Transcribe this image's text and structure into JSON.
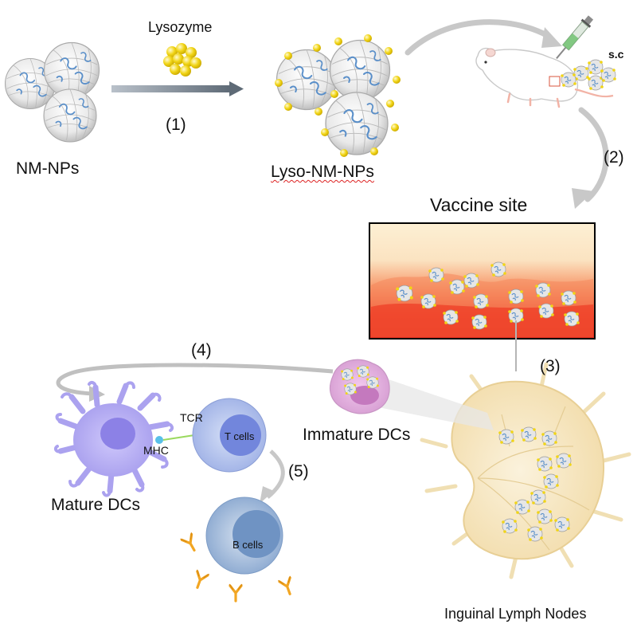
{
  "labels": {
    "lysozyme": "Lysozyme",
    "step1": "(1)",
    "nm_nps": "NM-NPs",
    "lyso_nm_nps": "Lyso-NM-NPs",
    "sc": "s.c",
    "step2": "(2)",
    "vaccine_site": "Vaccine site",
    "step3": "(3)",
    "step4": "(4)",
    "step5": "(5)",
    "tcr": "TCR",
    "t_cells": "T cells",
    "mhc": "MHC",
    "immature_dcs": "Immature DCs",
    "mature_dcs": "Mature DCs",
    "b_cells": "B cells",
    "inguinal_lymph_nodes": "Inguinal Lymph Nodes"
  },
  "colors": {
    "arrow_gray": "#c8c8c8",
    "arrow_dark": "#6b7682",
    "nanoparticle_blue": "#5a8fc9",
    "lysozyme_yellow": "#f1d516",
    "vaccine_cream": "#fdf0d4",
    "vaccine_red": "#f0422a",
    "dc_purple": "#a8a0ee",
    "t_cell_blue": "#7d93e0",
    "b_cell_blue": "#88a7cf",
    "lymph_node": "#f7e6be",
    "antibody_orange": "#f2a623"
  },
  "icons": [
    "syringe-icon",
    "mouse-icon",
    "nanoparticle-cluster-icon",
    "lysozyme-cluster-icon",
    "antibody-icon"
  ]
}
